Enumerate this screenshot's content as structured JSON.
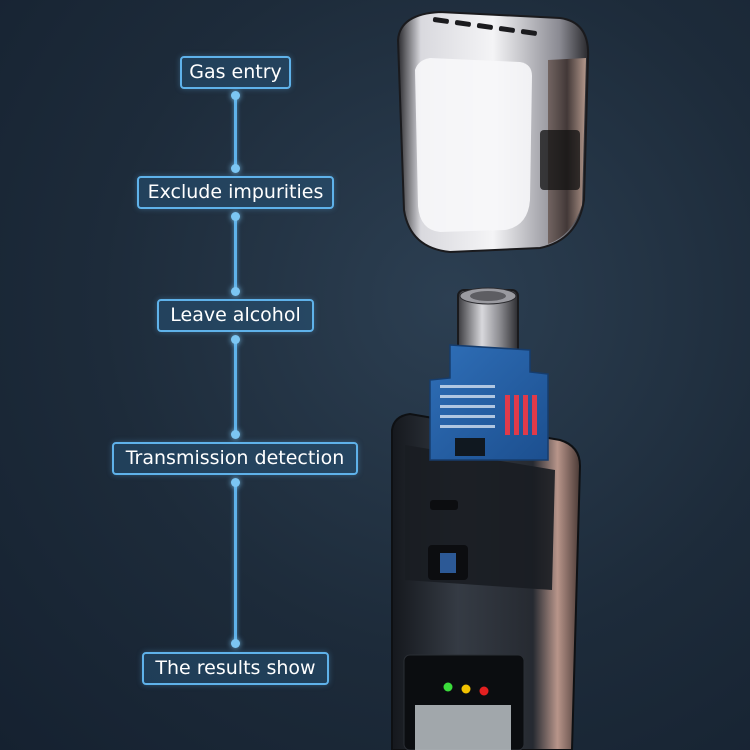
{
  "steps": [
    {
      "label": "Gas entry"
    },
    {
      "label": "Exclude impurities"
    },
    {
      "label": "Leave alcohol"
    },
    {
      "label": "Transmission detection"
    },
    {
      "label": "The results show"
    }
  ],
  "colors": {
    "accent": "#5fb2ea",
    "background": "#1d2b3a",
    "led_green": "#3bdc3b",
    "led_yellow": "#f2c200",
    "led_red": "#e32020"
  }
}
